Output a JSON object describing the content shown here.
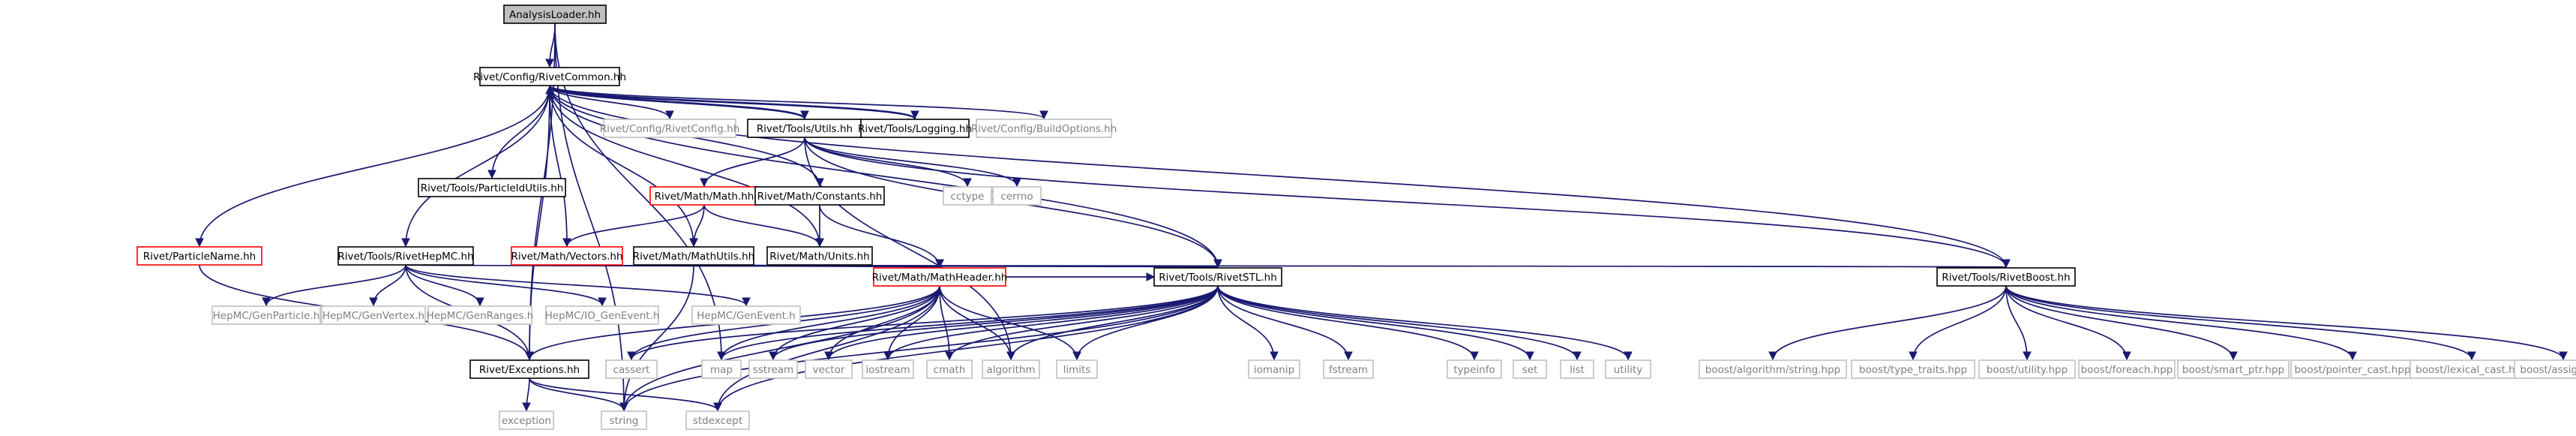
{
  "title": "AnalysisLoader.hh",
  "colors": {
    "edge": "#191970",
    "edge_faded": "#8a8aa8",
    "node_border_black": "#000000",
    "node_border_red": "#ff0000",
    "node_border_gray": "#bfbfbf",
    "root_fill": "#bfbfbf",
    "text_black": "#000000",
    "text_gray": "#7f7f7f"
  },
  "nodes": [
    {
      "id": "root",
      "label": "AnalysisLoader.hh",
      "style": "root"
    },
    {
      "id": "rivetcommon",
      "label": "Rivet/Config/RivetCommon.hh",
      "style": "black"
    },
    {
      "id": "rivetconfig",
      "label": "Rivet/Config/RivetConfig.hh",
      "style": "gray"
    },
    {
      "id": "utils",
      "label": "Rivet/Tools/Utils.hh",
      "style": "black"
    },
    {
      "id": "logging",
      "label": "Rivet/Tools/Logging.hh",
      "style": "black"
    },
    {
      "id": "buildoptions",
      "label": "Rivet/Config/BuildOptions.hh",
      "style": "gray"
    },
    {
      "id": "particleidutils",
      "label": "Rivet/Tools/ParticleIdUtils.hh",
      "style": "black"
    },
    {
      "id": "mathmath",
      "label": "Rivet/Math/Math.hh",
      "style": "red"
    },
    {
      "id": "constants",
      "label": "Rivet/Math/Constants.hh",
      "style": "black"
    },
    {
      "id": "cctype",
      "label": "cctype",
      "style": "gray"
    },
    {
      "id": "cerrno",
      "label": "cerrno",
      "style": "gray"
    },
    {
      "id": "particlename",
      "label": "Rivet/ParticleName.hh",
      "style": "red"
    },
    {
      "id": "rivethepmc",
      "label": "Rivet/Tools/RivetHepMC.hh",
      "style": "black"
    },
    {
      "id": "vectors",
      "label": "Rivet/Math/Vectors.hh",
      "style": "red"
    },
    {
      "id": "mathutils",
      "label": "Rivet/Math/MathUtils.hh",
      "style": "black"
    },
    {
      "id": "units",
      "label": "Rivet/Math/Units.hh",
      "style": "black"
    },
    {
      "id": "rivetboost",
      "label": "Rivet/Tools/RivetBoost.hh",
      "style": "black"
    },
    {
      "id": "genparticle",
      "label": "HepMC/GenParticle.h",
      "style": "gray"
    },
    {
      "id": "genvertex",
      "label": "HepMC/GenVertex.h",
      "style": "gray"
    },
    {
      "id": "genranges",
      "label": "HepMC/GenRanges.h",
      "style": "gray"
    },
    {
      "id": "iogenevent",
      "label": "HepMC/IO_GenEvent.h",
      "style": "gray"
    },
    {
      "id": "genevent",
      "label": "HepMC/GenEvent.h",
      "style": "gray"
    },
    {
      "id": "mathheader",
      "label": "Rivet/Math/MathHeader.hh",
      "style": "red"
    },
    {
      "id": "rivetstl",
      "label": "Rivet/Tools/RivetSTL.hh",
      "style": "black"
    },
    {
      "id": "exceptions",
      "label": "Rivet/Exceptions.hh",
      "style": "black"
    },
    {
      "id": "cassert",
      "label": "cassert",
      "style": "gray"
    },
    {
      "id": "map",
      "label": "map",
      "style": "gray"
    },
    {
      "id": "sstream",
      "label": "sstream",
      "style": "gray"
    },
    {
      "id": "vector",
      "label": "vector",
      "style": "gray"
    },
    {
      "id": "iostream",
      "label": "iostream",
      "style": "gray"
    },
    {
      "id": "cmath",
      "label": "cmath",
      "style": "gray"
    },
    {
      "id": "algorithm",
      "label": "algorithm",
      "style": "gray"
    },
    {
      "id": "limits",
      "label": "limits",
      "style": "gray"
    },
    {
      "id": "iomanip",
      "label": "iomanip",
      "style": "gray"
    },
    {
      "id": "fstream",
      "label": "fstream",
      "style": "gray"
    },
    {
      "id": "typeinfo",
      "label": "typeinfo",
      "style": "gray"
    },
    {
      "id": "set",
      "label": "set",
      "style": "gray"
    },
    {
      "id": "list",
      "label": "list",
      "style": "gray"
    },
    {
      "id": "utility",
      "label": "utility",
      "style": "gray"
    },
    {
      "id": "exception",
      "label": "exception",
      "style": "gray"
    },
    {
      "id": "string",
      "label": "string",
      "style": "gray"
    },
    {
      "id": "stdexcept",
      "label": "stdexcept",
      "style": "gray"
    },
    {
      "id": "b_string",
      "label": "boost/algorithm/string.hpp",
      "style": "gray"
    },
    {
      "id": "b_typetraits",
      "label": "boost/type_traits.hpp",
      "style": "gray"
    },
    {
      "id": "b_utility",
      "label": "boost/utility.hpp",
      "style": "gray"
    },
    {
      "id": "b_foreach",
      "label": "boost/foreach.hpp",
      "style": "gray"
    },
    {
      "id": "b_smartptr",
      "label": "boost/smart_ptr.hpp",
      "style": "gray"
    },
    {
      "id": "b_pointercast",
      "label": "boost/pointer_cast.hpp",
      "style": "gray"
    },
    {
      "id": "b_lexicalcast",
      "label": "boost/lexical_cast.hpp",
      "style": "gray"
    },
    {
      "id": "b_assign",
      "label": "boost/assign.hpp",
      "style": "gray"
    }
  ]
}
